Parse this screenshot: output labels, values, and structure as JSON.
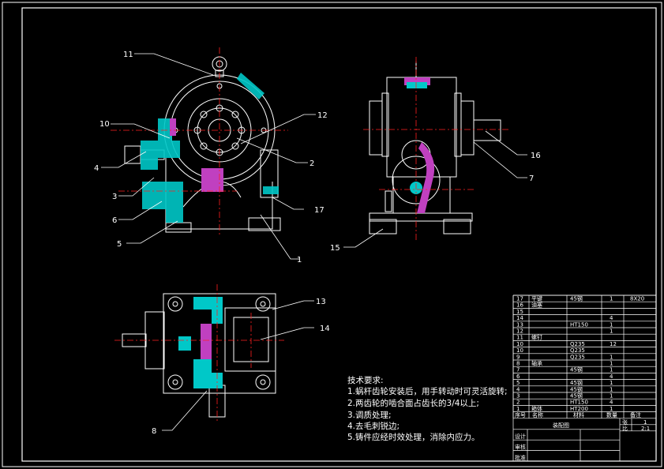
{
  "callouts": [
    "1",
    "2",
    "3",
    "4",
    "5",
    "6",
    "7",
    "8",
    "10",
    "11",
    "12",
    "13",
    "14",
    "15",
    "16",
    "17"
  ],
  "requirements": {
    "title": "技术要求:",
    "items": [
      "1.蜗杆齿轮安装后，用手转动时可灵活旋转;",
      "2.两齿轮的啮合面占齿长的3/4以上;",
      "3.调质处理;",
      "4.去毛刺锐边;",
      "5.铸件应经时效处理，消除内应力。"
    ]
  },
  "bom": {
    "rows": [
      {
        "no": "17",
        "name": "平键",
        "material": "45钢",
        "qty": "1",
        "note": "8X20"
      },
      {
        "no": "16",
        "name": "油塞",
        "material": "",
        "qty": "",
        "note": ""
      },
      {
        "no": "15",
        "name": "",
        "material": "",
        "qty": "",
        "note": ""
      },
      {
        "no": "14",
        "name": "",
        "material": "",
        "qty": "4",
        "note": ""
      },
      {
        "no": "13",
        "name": "",
        "material": "HT150",
        "qty": "1",
        "note": ""
      },
      {
        "no": "12",
        "name": "",
        "material": "",
        "qty": "1",
        "note": ""
      },
      {
        "no": "11",
        "name": "螺钉",
        "material": "",
        "qty": "",
        "note": ""
      },
      {
        "no": "10",
        "name": "",
        "material": "Q235",
        "qty": "12",
        "note": ""
      },
      {
        "no": "10",
        "name": "",
        "material": "Q235",
        "qty": "",
        "note": ""
      },
      {
        "no": "9",
        "name": "",
        "material": "Q235",
        "qty": "1",
        "note": ""
      },
      {
        "no": "8",
        "name": "轴承",
        "material": "",
        "qty": "1",
        "note": ""
      },
      {
        "no": "7",
        "name": "",
        "material": "45钢",
        "qty": "1",
        "note": ""
      },
      {
        "no": "6",
        "name": "",
        "material": "",
        "qty": "4",
        "note": ""
      },
      {
        "no": "5",
        "name": "",
        "material": "45钢",
        "qty": "1",
        "note": ""
      },
      {
        "no": "4",
        "name": "",
        "material": "45钢",
        "qty": "1",
        "note": ""
      },
      {
        "no": "3",
        "name": "",
        "material": "45钢",
        "qty": "1",
        "note": ""
      },
      {
        "no": "2",
        "name": "",
        "material": "HT150",
        "qty": "4",
        "note": ""
      },
      {
        "no": "1",
        "name": "箱体",
        "material": "HT200",
        "qty": "1",
        "note": ""
      }
    ],
    "header": {
      "no": "序号",
      "name": "名称",
      "material": "材料",
      "qty": "数量",
      "note": "备注"
    },
    "title": "装配图",
    "sheet_label": "张",
    "sheet_value": "1",
    "scale_label": "比",
    "scale_value": "2:1",
    "labels": [
      "设计",
      "审核",
      "批准"
    ]
  },
  "colors": {
    "line": "#ffffff",
    "section": "#00c8c8",
    "center": "#ff2020",
    "part": "#c040c0",
    "frame": "#ffffff"
  }
}
